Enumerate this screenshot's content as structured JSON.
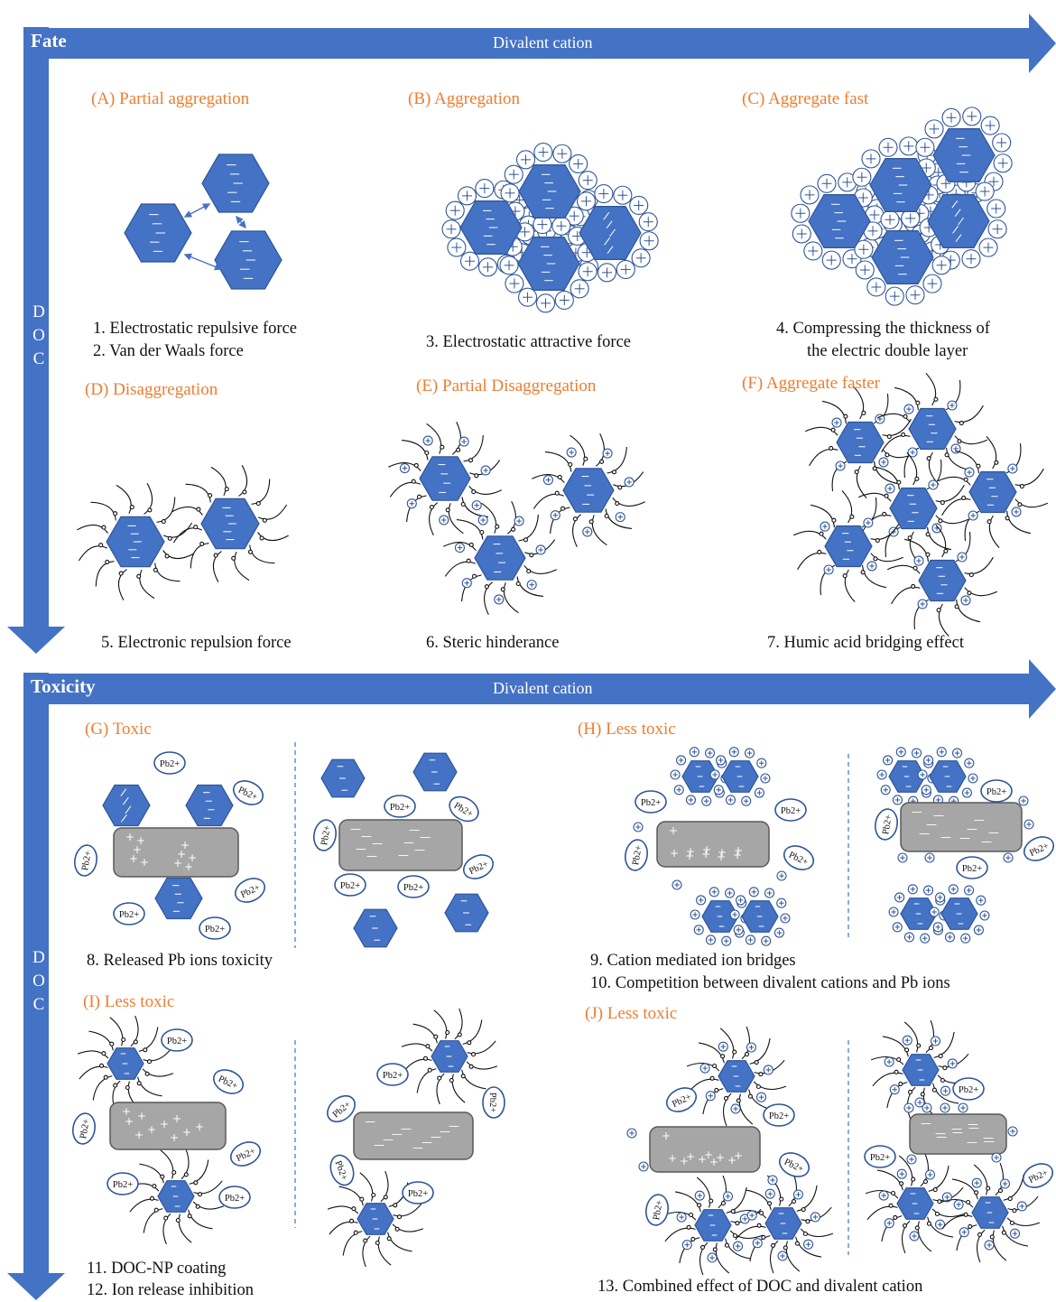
{
  "colors": {
    "arrow": "#4472C4",
    "hexagon": "#4472C4",
    "hexagon_stroke": "#2F5597",
    "rod": "#A6A6A6",
    "rod_stroke": "#595959",
    "panel_title": "#ED7D31",
    "caption": "#111111",
    "divider": "#4472C4"
  },
  "fate": {
    "header": "Fate",
    "horizontal_axis": "Divalent cation",
    "vertical_axis": [
      "D",
      "O",
      "C"
    ],
    "panels": {
      "A": "(A) Partial aggregation",
      "B": "(B) Aggregation",
      "C": "(C) Aggregate  fast",
      "D": "(D) Disaggregation",
      "E": "(E) Partial Disaggregation",
      "F": "(F) Aggregate  faster"
    },
    "captions": {
      "c1": "1. Electrostatic repulsive force",
      "c2": "2. Van der Waals force",
      "c3": "3. Electrostatic attractive force",
      "c4a": "4. Compressing the thickness of",
      "c4b": "the electric double layer",
      "c5": "5. Electronic repulsion force",
      "c6": "6. Steric hinderance",
      "c7": "7. Humic acid bridging effect"
    }
  },
  "toxicity": {
    "header": "Toxicity",
    "horizontal_axis": "Divalent cation",
    "vertical_axis": [
      "D",
      "O",
      "C"
    ],
    "panels": {
      "G": "(G) Toxic",
      "H": "(H) Less toxic",
      "I": "(I) Less toxic",
      "J": "(J) Less toxic"
    },
    "captions": {
      "c8": "8. Released Pb ions toxicity",
      "c9": "9. Cation mediated ion bridges",
      "c10": "10. Competition between divalent cations and Pb ions",
      "c11": "11. DOC-NP coating",
      "c12": "12. Ion release inhibition",
      "c13": "13. Combined effect of DOC and divalent cation"
    }
  },
  "ion_label": "Pb2+",
  "icons": [
    "hexagon-nanoparticle",
    "pb-ion",
    "positive-ion",
    "rod-nanoparticle",
    "doc-chain"
  ]
}
